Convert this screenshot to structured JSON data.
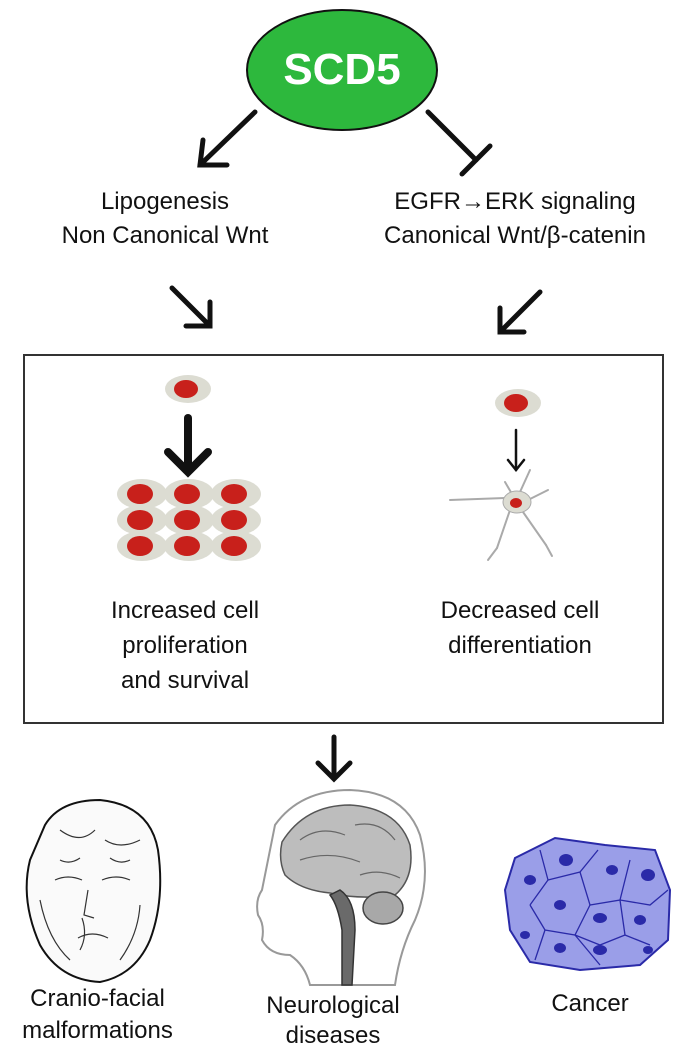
{
  "root": {
    "label": "SCD5",
    "color": "#2db83d"
  },
  "left_branch": {
    "line1": "Lipogenesis",
    "line2": "Non Canonical Wnt"
  },
  "right_branch": {
    "line1": "EGFR→ERK signaling",
    "line2": "Canonical Wnt/β-catenin"
  },
  "box": {
    "left_outcome": {
      "line1": "Increased cell",
      "line2": "proliferation",
      "line3": "and survival"
    },
    "right_outcome": {
      "line1": "Decreased cell",
      "line2": "differentiation"
    }
  },
  "diseases": [
    {
      "label_line1": "Cranio-facial",
      "label_line2": "malformations",
      "icon": "face-icon"
    },
    {
      "label_line1": "Neurological",
      "label_line2": "diseases",
      "icon": "brain-icon"
    },
    {
      "label_line1": "Cancer",
      "label_line2": "",
      "icon": "cancer-cells-icon"
    }
  ],
  "colors": {
    "cell_nucleus": "#c8201b",
    "cell_body": "#dcdcd2",
    "cancer_fill": "#9a9ee8",
    "cancer_nucleus": "#2a2aa8"
  }
}
